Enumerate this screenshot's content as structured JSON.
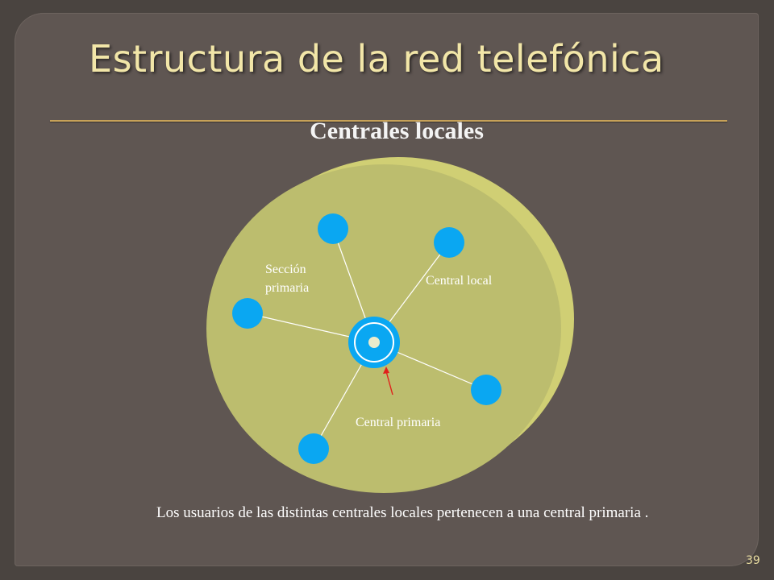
{
  "slide": {
    "title": "Estructura de la red telefónica",
    "subtitle": "Centrales locales",
    "caption": "Los usuarios de las distintas centrales locales pertenecen a una central primaria .",
    "page_number": "39"
  },
  "diagram": {
    "labels": {
      "seccion_line1": "Sección",
      "seccion_line2": "primaria",
      "central_local": "Central local",
      "central_primaria": "Central primaria"
    },
    "colors": {
      "disk_face": "#bcbd6e",
      "disk_edge": "#cfcf72",
      "node_blue": "#0aa7f2",
      "link": "#ffffff",
      "arrow": "#e1201b"
    }
  }
}
